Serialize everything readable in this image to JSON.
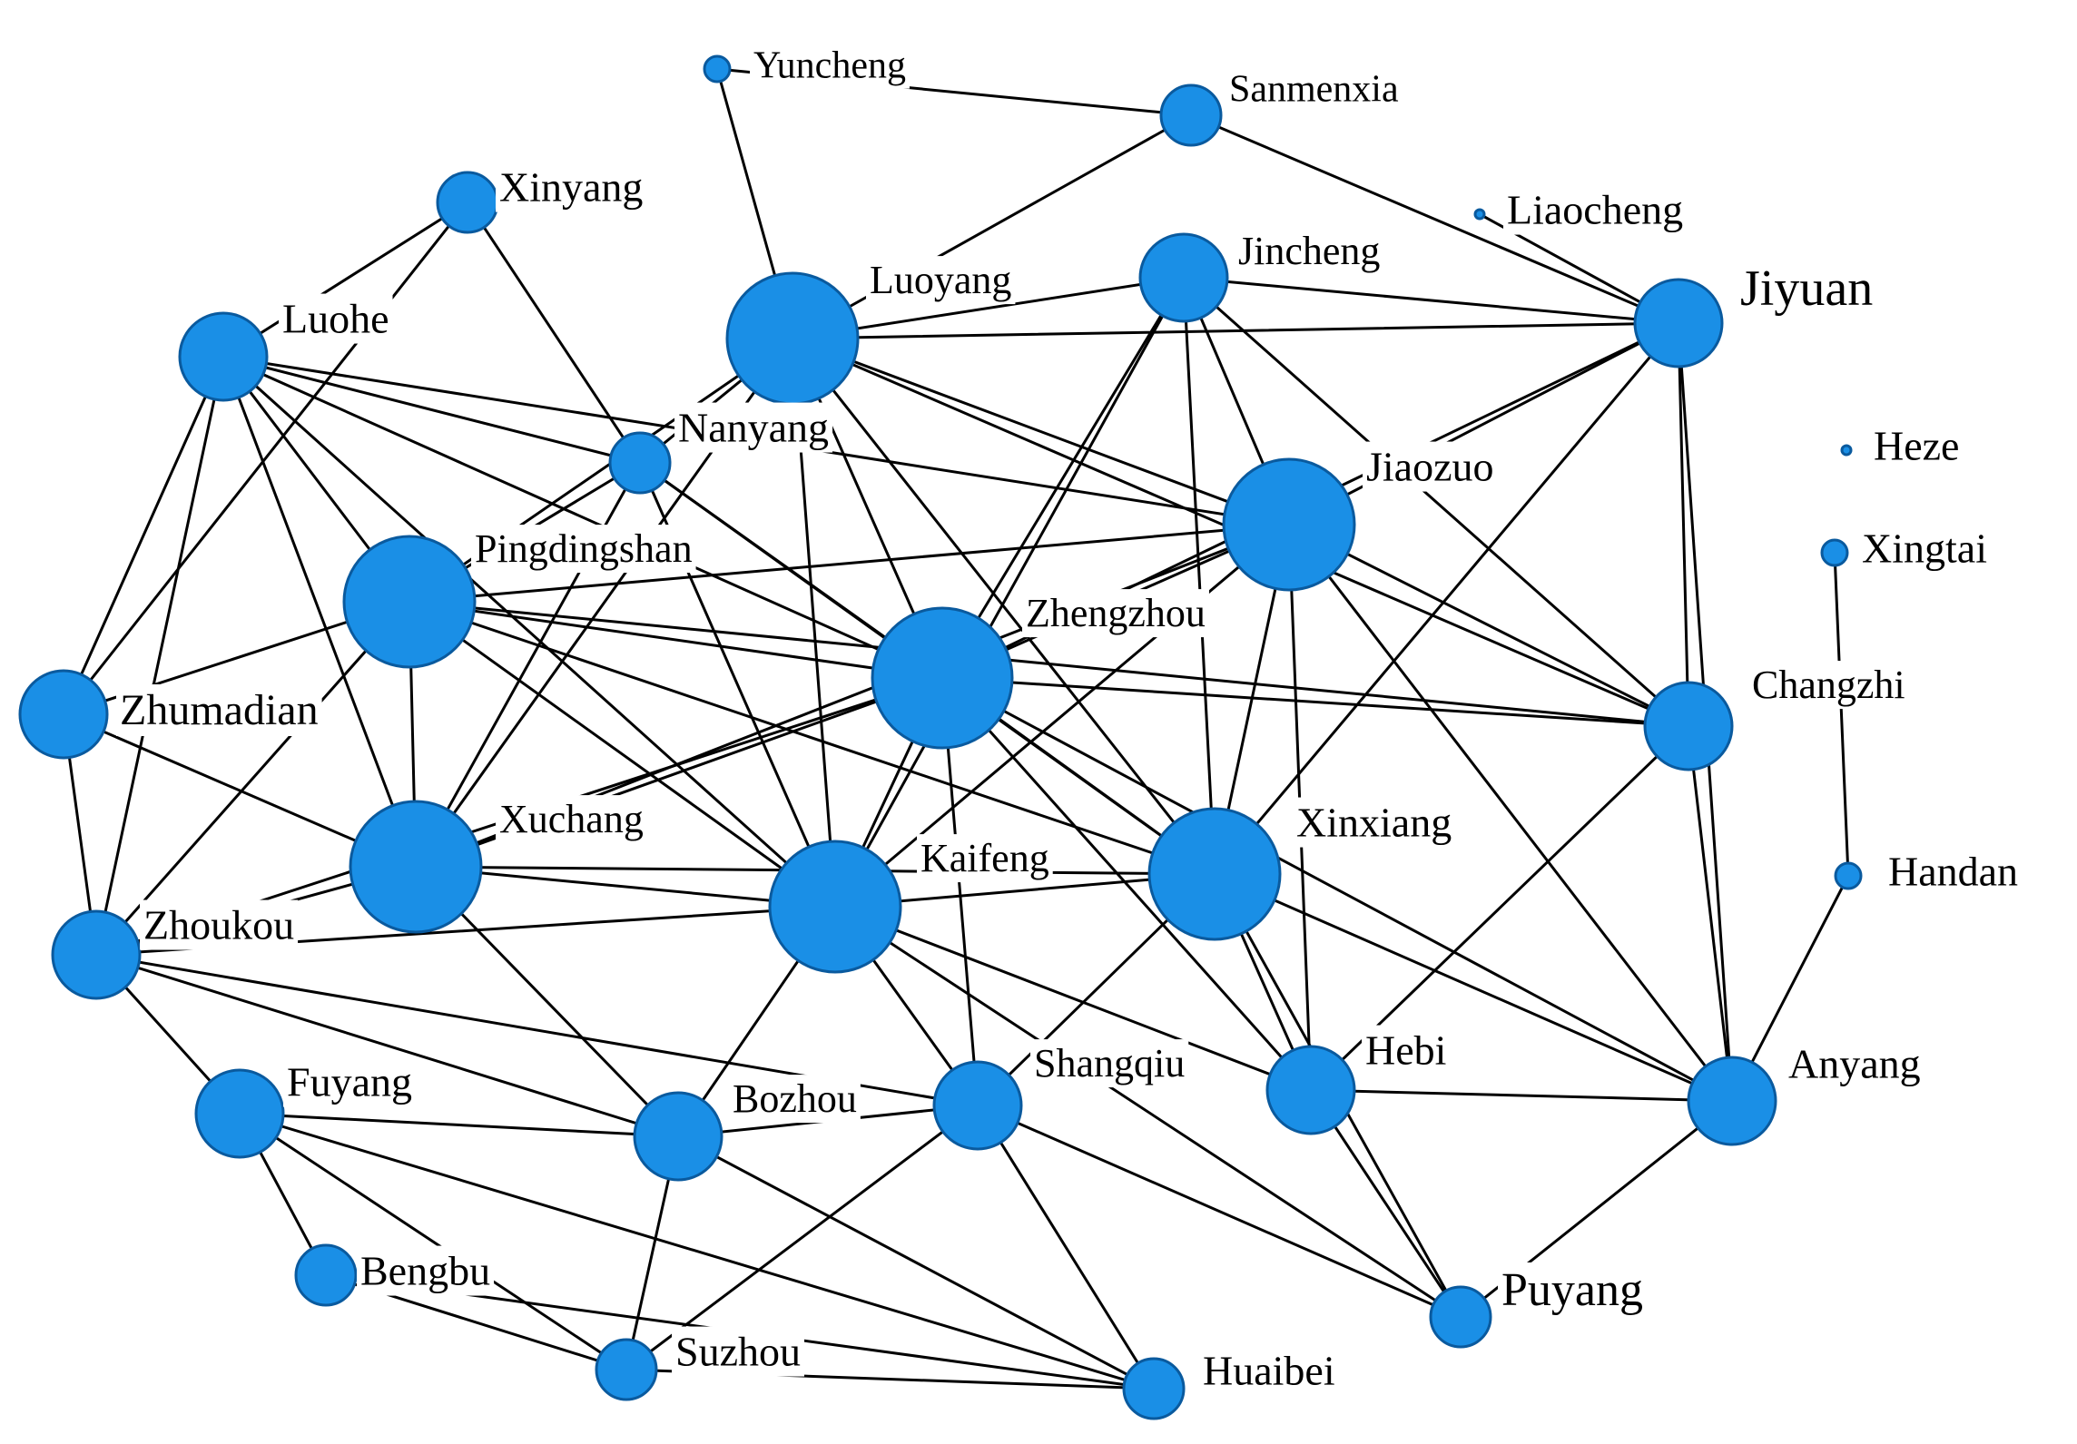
{
  "diagram": {
    "type": "network",
    "node_color": "#1a8fe6",
    "edge_color": "#000000",
    "nodes": [
      {
        "id": "yuncheng",
        "label": "Yuncheng",
        "size": "tiny"
      },
      {
        "id": "sanmenxia",
        "label": "Sanmenxia",
        "size": "small"
      },
      {
        "id": "xinyang",
        "label": "Xinyang",
        "size": "small"
      },
      {
        "id": "liaocheng",
        "label": "Liaocheng",
        "size": "dot"
      },
      {
        "id": "luohe",
        "label": "Luohe",
        "size": "medium"
      },
      {
        "id": "luoyang",
        "label": "Luoyang",
        "size": "large"
      },
      {
        "id": "jincheng",
        "label": "Jincheng",
        "size": "medium"
      },
      {
        "id": "jiyuan",
        "label": "Jiyuan",
        "size": "medium"
      },
      {
        "id": "nanyang",
        "label": "Nanyang",
        "size": "small"
      },
      {
        "id": "heze",
        "label": "Heze",
        "size": "dot"
      },
      {
        "id": "jiaozuo",
        "label": "Jiaozuo",
        "size": "large"
      },
      {
        "id": "xingtai",
        "label": "Xingtai",
        "size": "tiny"
      },
      {
        "id": "pingdingshan",
        "label": "Pingdingshan",
        "size": "large"
      },
      {
        "id": "zhengzhou",
        "label": "Zhengzhou",
        "size": "xlarge"
      },
      {
        "id": "zhumadian",
        "label": "Zhumadian",
        "size": "medium"
      },
      {
        "id": "changzhi",
        "label": "Changzhi",
        "size": "medium"
      },
      {
        "id": "xuchang",
        "label": "Xuchang",
        "size": "large"
      },
      {
        "id": "kaifeng",
        "label": "Kaifeng",
        "size": "large"
      },
      {
        "id": "xinxiang",
        "label": "Xinxiang",
        "size": "large"
      },
      {
        "id": "handan",
        "label": "Handan",
        "size": "tiny"
      },
      {
        "id": "zhoukou",
        "label": "Zhoukou",
        "size": "medium"
      },
      {
        "id": "fuyang",
        "label": "Fuyang",
        "size": "medium"
      },
      {
        "id": "bozhou",
        "label": "Bozhou",
        "size": "medium"
      },
      {
        "id": "shangqiu",
        "label": "Shangqiu",
        "size": "medium"
      },
      {
        "id": "hebi",
        "label": "Hebi",
        "size": "medium"
      },
      {
        "id": "anyang",
        "label": "Anyang",
        "size": "medium"
      },
      {
        "id": "bengbu",
        "label": "Bengbu",
        "size": "small"
      },
      {
        "id": "puyang",
        "label": "Puyang",
        "size": "small"
      },
      {
        "id": "suzhou",
        "label": "Suzhou",
        "size": "small"
      },
      {
        "id": "huaibei",
        "label": "Huaibei",
        "size": "small"
      }
    ],
    "edges": [
      [
        "yuncheng",
        "luoyang"
      ],
      [
        "yuncheng",
        "sanmenxia"
      ],
      [
        "sanmenxia",
        "luoyang"
      ],
      [
        "sanmenxia",
        "jiyuan"
      ],
      [
        "liaocheng",
        "jiyuan"
      ],
      [
        "xinyang",
        "luohe"
      ],
      [
        "xinyang",
        "zhumadian"
      ],
      [
        "xinyang",
        "nanyang"
      ],
      [
        "luohe",
        "nanyang"
      ],
      [
        "luohe",
        "pingdingshan"
      ],
      [
        "luohe",
        "zhumadian"
      ],
      [
        "luohe",
        "zhoukou"
      ],
      [
        "luohe",
        "xuchang"
      ],
      [
        "luohe",
        "zhengzhou"
      ],
      [
        "luohe",
        "kaifeng"
      ],
      [
        "luohe",
        "jiaozuo"
      ],
      [
        "luoyang",
        "jincheng"
      ],
      [
        "luoyang",
        "jiyuan"
      ],
      [
        "luoyang",
        "jiaozuo"
      ],
      [
        "luoyang",
        "nanyang"
      ],
      [
        "luoyang",
        "pingdingshan"
      ],
      [
        "luoyang",
        "zhengzhou"
      ],
      [
        "luoyang",
        "kaifeng"
      ],
      [
        "luoyang",
        "xinxiang"
      ],
      [
        "luoyang",
        "xuchang"
      ],
      [
        "luoyang",
        "changzhi"
      ],
      [
        "jincheng",
        "jiyuan"
      ],
      [
        "jincheng",
        "jiaozuo"
      ],
      [
        "jincheng",
        "zhengzhou"
      ],
      [
        "jincheng",
        "kaifeng"
      ],
      [
        "jincheng",
        "xinxiang"
      ],
      [
        "jincheng",
        "changzhi"
      ],
      [
        "jiyuan",
        "jiaozuo"
      ],
      [
        "jiyuan",
        "zhengzhou"
      ],
      [
        "jiyuan",
        "xinxiang"
      ],
      [
        "jiyuan",
        "anyang"
      ],
      [
        "nanyang",
        "pingdingshan"
      ],
      [
        "nanyang",
        "xuchang"
      ],
      [
        "nanyang",
        "kaifeng"
      ],
      [
        "nanyang",
        "zhengzhou"
      ],
      [
        "nanyang",
        "xinxiang"
      ],
      [
        "jiaozuo",
        "pingdingshan"
      ],
      [
        "jiaozuo",
        "zhengzhou"
      ],
      [
        "jiaozuo",
        "xinxiang"
      ],
      [
        "jiaozuo",
        "changzhi"
      ],
      [
        "jiaozuo",
        "hebi"
      ],
      [
        "jiaozuo",
        "anyang"
      ],
      [
        "jiaozuo",
        "kaifeng"
      ],
      [
        "jiaozuo",
        "xuchang"
      ],
      [
        "xingtai",
        "handan"
      ],
      [
        "pingdingshan",
        "zhumadian"
      ],
      [
        "pingdingshan",
        "zhoukou"
      ],
      [
        "pingdingshan",
        "xuchang"
      ],
      [
        "pingdingshan",
        "zhengzhou"
      ],
      [
        "pingdingshan",
        "kaifeng"
      ],
      [
        "pingdingshan",
        "xinxiang"
      ],
      [
        "pingdingshan",
        "changzhi"
      ],
      [
        "zhengzhou",
        "xuchang"
      ],
      [
        "zhengzhou",
        "kaifeng"
      ],
      [
        "zhengzhou",
        "xinxiang"
      ],
      [
        "zhengzhou",
        "changzhi"
      ],
      [
        "zhengzhou",
        "anyang"
      ],
      [
        "zhengzhou",
        "hebi"
      ],
      [
        "zhengzhou",
        "shangqiu"
      ],
      [
        "zhengzhou",
        "zhoukou"
      ],
      [
        "zhumadian",
        "zhoukou"
      ],
      [
        "zhumadian",
        "xuchang"
      ],
      [
        "changzhi",
        "anyang"
      ],
      [
        "changzhi",
        "hebi"
      ],
      [
        "changzhi",
        "jiyuan"
      ],
      [
        "xuchang",
        "zhoukou"
      ],
      [
        "xuchang",
        "kaifeng"
      ],
      [
        "xuchang",
        "bozhou"
      ],
      [
        "xuchang",
        "xinxiang"
      ],
      [
        "kaifeng",
        "xinxiang"
      ],
      [
        "kaifeng",
        "zhoukou"
      ],
      [
        "kaifeng",
        "shangqiu"
      ],
      [
        "kaifeng",
        "bozhou"
      ],
      [
        "kaifeng",
        "hebi"
      ],
      [
        "kaifeng",
        "puyang"
      ],
      [
        "xinxiang",
        "hebi"
      ],
      [
        "xinxiang",
        "anyang"
      ],
      [
        "xinxiang",
        "puyang"
      ],
      [
        "xinxiang",
        "shangqiu"
      ],
      [
        "handan",
        "anyang"
      ],
      [
        "zhoukou",
        "fuyang"
      ],
      [
        "zhoukou",
        "bozhou"
      ],
      [
        "zhoukou",
        "shangqiu"
      ],
      [
        "fuyang",
        "bozhou"
      ],
      [
        "fuyang",
        "bengbu"
      ],
      [
        "fuyang",
        "suzhou"
      ],
      [
        "fuyang",
        "huaibei"
      ],
      [
        "bozhou",
        "suzhou"
      ],
      [
        "bozhou",
        "huaibei"
      ],
      [
        "bozhou",
        "shangqiu"
      ],
      [
        "shangqiu",
        "suzhou"
      ],
      [
        "shangqiu",
        "huaibei"
      ],
      [
        "shangqiu",
        "puyang"
      ],
      [
        "hebi",
        "anyang"
      ],
      [
        "hebi",
        "puyang"
      ],
      [
        "anyang",
        "puyang"
      ],
      [
        "bengbu",
        "suzhou"
      ],
      [
        "bengbu",
        "huaibei"
      ],
      [
        "suzhou",
        "huaibei"
      ]
    ]
  }
}
